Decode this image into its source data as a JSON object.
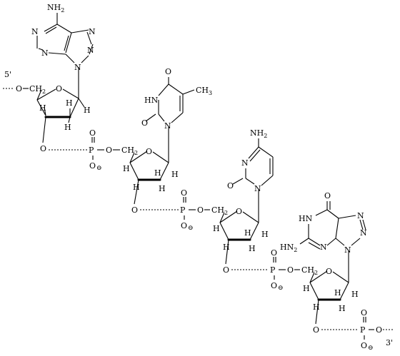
{
  "diagram": {
    "strand_ends": {
      "five_prime": "5'",
      "three_prime": "3'"
    },
    "atoms": {
      "O": "O",
      "P": "P",
      "H": "H",
      "N": "N",
      "HN": "HN",
      "NH2_text": "NH",
      "two": "2",
      "CH_text": "CH",
      "CH3_text": "CH",
      "three": "3",
      "minus": "⊖"
    },
    "bases": [
      {
        "name": "adenine",
        "nucleotide": 1
      },
      {
        "name": "thymine",
        "nucleotide": 2
      },
      {
        "name": "cytosine",
        "nucleotide": 3
      },
      {
        "name": "guanine",
        "nucleotide": 4
      }
    ]
  }
}
